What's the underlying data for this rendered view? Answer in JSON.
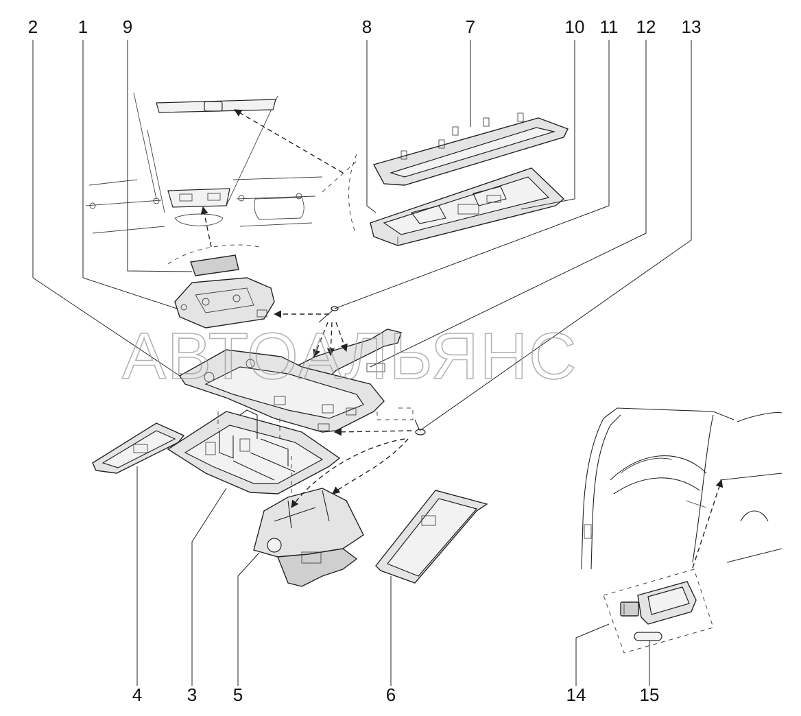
{
  "callouts": {
    "c1": "1",
    "c2": "2",
    "c3": "3",
    "c4": "4",
    "c5": "5",
    "c6": "6",
    "c7": "7",
    "c8": "8",
    "c9": "9",
    "c10": "10",
    "c11": "11",
    "c12": "12",
    "c13": "13",
    "c14": "14",
    "c15": "15"
  },
  "watermark": "АВТОАЛЬЯНС",
  "colors": {
    "line": "#222222",
    "fill": "#e4e4e4",
    "watermark": "#9a9a9a"
  }
}
